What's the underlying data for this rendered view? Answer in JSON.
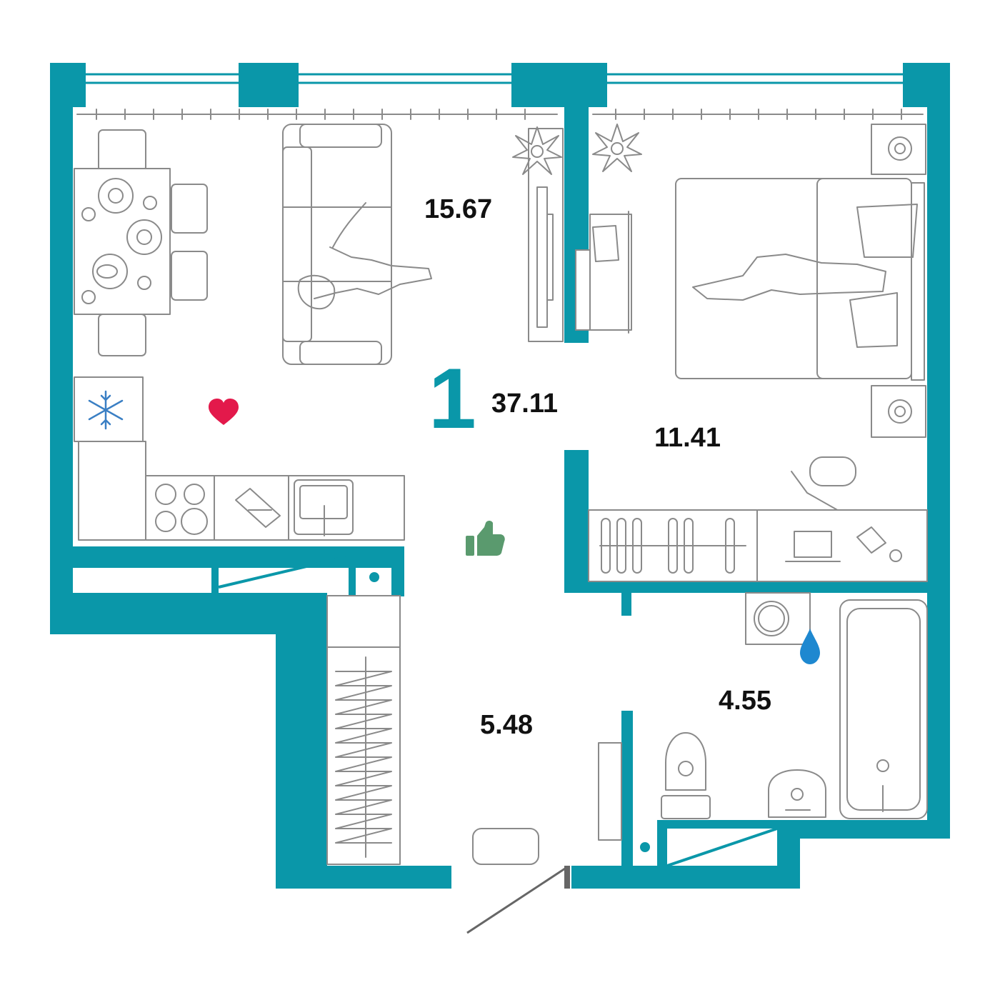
{
  "plan": {
    "room_count": "1",
    "total_area": "37.11",
    "rooms": [
      {
        "id": "living-kitchen",
        "area": "15.67"
      },
      {
        "id": "bedroom",
        "area": "11.41"
      },
      {
        "id": "bathroom",
        "area": "4.55"
      },
      {
        "id": "hallway",
        "area": "5.48"
      }
    ]
  },
  "colors": {
    "wall": "#0a97a9",
    "furniture_line": "#8a8a8a",
    "heart": "#e3194b",
    "thumb": "#5a9a6e",
    "water_drop": "#1e88d0",
    "snowflake": "#3a7fc4"
  },
  "icons": [
    "heart-icon",
    "thumbs-up-icon",
    "water-drop-icon",
    "snowflake-icon",
    "plant-icon"
  ]
}
